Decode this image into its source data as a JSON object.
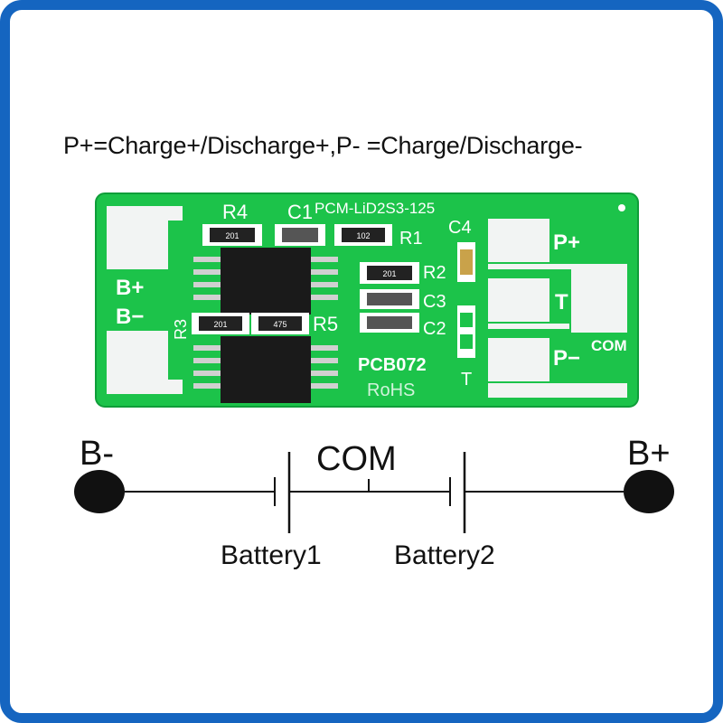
{
  "caption": "P+=Charge+/Discharge+,P- =Charge/Discharge-",
  "colors": {
    "frame": "#1565c0",
    "pcb_green": "#1cc34a",
    "pad_white": "#f2f4f3",
    "chip_black": "#1a1a1a"
  },
  "board": {
    "model": "PCM-LiD2S3-125",
    "code": "PCB072",
    "rohs": "RoHS",
    "labels": {
      "r1": "R1",
      "r2": "R2",
      "r3": "R3",
      "r4": "R4",
      "r5": "R5",
      "c1": "C1",
      "c2": "C2",
      "c3": "C3",
      "c4": "C4",
      "b_plus": "B+",
      "b_minus": "B−",
      "p_plus": "P+",
      "p_minus": "P−",
      "t_top": "T",
      "t_bottom": "T",
      "com": "COM"
    },
    "resistor_codes": {
      "r4": "201",
      "c1": "102",
      "r3": "201",
      "r5": "475",
      "r2": "201"
    }
  },
  "schematic": {
    "left_terminal": "B-",
    "right_terminal": "B+",
    "middle": "COM",
    "battery1": "Battery1",
    "battery2": "Battery2"
  }
}
